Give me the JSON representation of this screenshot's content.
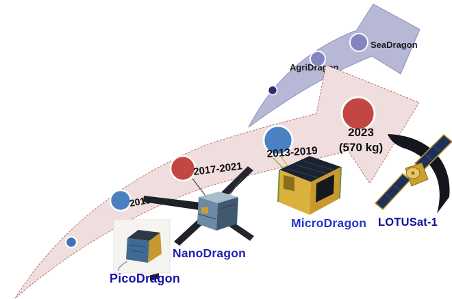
{
  "diagram": {
    "description_visible_text_only": true,
    "upper_arrow": {
      "color": "#b6b8d6",
      "milestones": [
        {
          "id": "unlabeled-early",
          "label": ""
        },
        {
          "id": "agridragon",
          "label": "AgriDragon"
        },
        {
          "id": "seadragon",
          "label": "SeaDragon"
        }
      ]
    },
    "lower_arrow": {
      "color": "#f0dddd",
      "milestones": [
        {
          "id": "start",
          "year": ""
        },
        {
          "id": "picodragon-era",
          "year": "2013"
        },
        {
          "id": "nanodragon-era",
          "year": "2017-2021"
        },
        {
          "id": "microdragon-era",
          "year": "2013-2019"
        },
        {
          "id": "lotusat-era",
          "year": "2023",
          "detail": "(570 kg)"
        }
      ]
    },
    "satellites": [
      {
        "name": "PicoDragon",
        "label_color": "#1414aa"
      },
      {
        "name": "NanoDragon",
        "label_color": "#2023b2"
      },
      {
        "name": "MicroDragon",
        "label_color": "#2636c8"
      },
      {
        "name": "LOTUSat-1",
        "label_color": "#0d0f90"
      }
    ],
    "colors": {
      "red_milestone": "#c24743",
      "blue_milestone": "#4a80c2",
      "purple_milestone": "#8486c4",
      "navy_milestone": "#2c2f6d",
      "pink_arrow": "#f0dddd",
      "purple_arrow": "#b6b8d6"
    }
  }
}
